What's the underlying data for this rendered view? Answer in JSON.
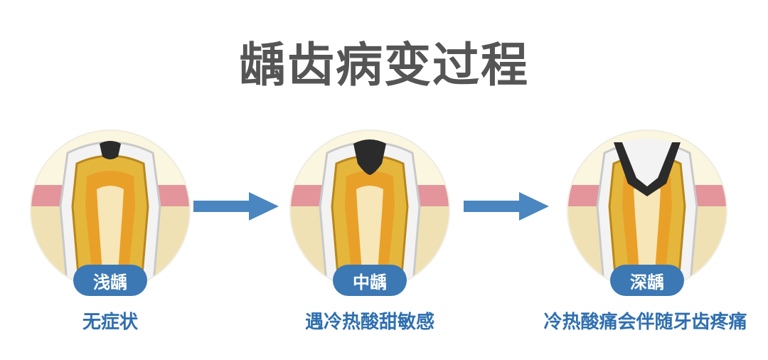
{
  "title": "龋齿病变过程",
  "colors": {
    "accent": "#3b78b4",
    "arrow": "#4a86c0",
    "decay": "#2b2b2b",
    "gum": "#d9838a",
    "dentin": "#e6b93e"
  },
  "stages": [
    {
      "label": "浅龋",
      "description": "无症状"
    },
    {
      "label": "中龋",
      "description": "遇冷热酸甜敏感"
    },
    {
      "label": "深龋",
      "description": "冷热酸痛会伴随牙齿疼痛"
    }
  ]
}
